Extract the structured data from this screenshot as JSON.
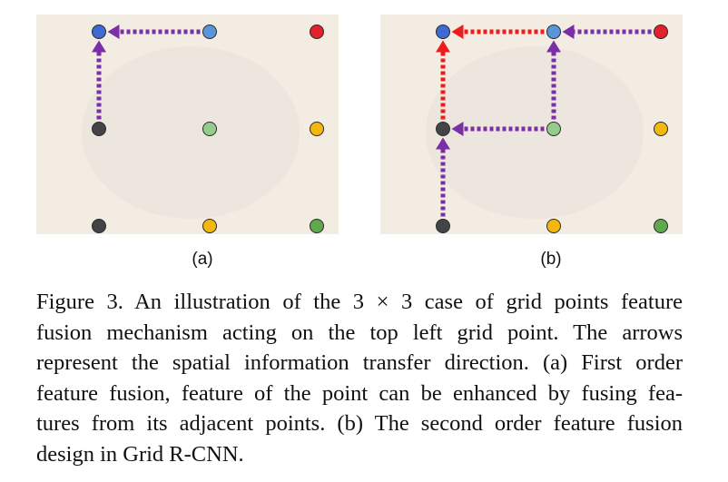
{
  "panels": [
    {
      "id": "a",
      "label": "(a)",
      "points": [
        {
          "color": "#3f6ad3"
        },
        {
          "color": "#5b95d9"
        },
        {
          "color": "#e2212b"
        },
        {
          "color": "#434446"
        },
        {
          "color": "#94cc8e"
        },
        {
          "color": "#f2b80f"
        },
        {
          "color": "#434446"
        },
        {
          "color": "#f2b80f"
        },
        {
          "color": "#5fa84d"
        }
      ],
      "arrows": [
        {
          "from": 1,
          "to": 0,
          "color": "#7a2fa6"
        },
        {
          "from": 3,
          "to": 0,
          "color": "#7a2fa6"
        }
      ]
    },
    {
      "id": "b",
      "label": "(b)",
      "points": [
        {
          "color": "#3f6ad3"
        },
        {
          "color": "#5b95d9"
        },
        {
          "color": "#e2212b"
        },
        {
          "color": "#434446"
        },
        {
          "color": "#94cc8e"
        },
        {
          "color": "#f2b80f"
        },
        {
          "color": "#434446"
        },
        {
          "color": "#f2b80f"
        },
        {
          "color": "#5fa84d"
        }
      ],
      "arrows": [
        {
          "from": 1,
          "to": 0,
          "color": "#ee1d1d"
        },
        {
          "from": 3,
          "to": 0,
          "color": "#ee1d1d"
        },
        {
          "from": 2,
          "to": 1,
          "color": "#7a2fa6"
        },
        {
          "from": 4,
          "to": 1,
          "color": "#7a2fa6"
        },
        {
          "from": 4,
          "to": 3,
          "color": "#7a2fa6"
        },
        {
          "from": 6,
          "to": 3,
          "color": "#7a2fa6"
        }
      ]
    }
  ],
  "caption": {
    "lines": [
      "Figure 3. An illustration of the 3 × 3 case of grid points feature",
      "fusion mechanism acting on the top left grid point.  The arrows",
      "represent the spatial information transfer direction. (a) First order",
      "feature fusion, feature of the point can be enhanced by fusing fea-",
      "tures from its adjacent points. (b) The second order feature fusion",
      "design in Grid R-CNN."
    ]
  }
}
